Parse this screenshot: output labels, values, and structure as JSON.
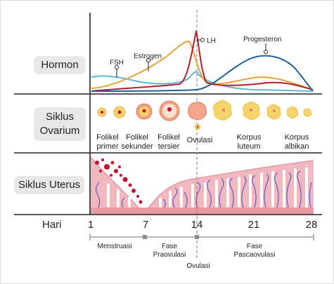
{
  "rows": {
    "hormone": "Hormon",
    "ovary_line1": "Siklus",
    "ovary_line2": "Ovarium",
    "uterus": "Siklus Uterus"
  },
  "hormones": {
    "fsh": "FSH",
    "estrogen": "Estrogen",
    "lh": "LH",
    "progesterone": "Progesteron"
  },
  "hormone_colors": {
    "fsh": "#5fb6d6",
    "estrogen": "#e3a43a",
    "lh": "#b51f2a",
    "progesterone": "#1e5f9a"
  },
  "ovary_stages": [
    {
      "line1": "Folikel",
      "line2": "primer"
    },
    {
      "line1": "Folikel",
      "line2": "sekunder"
    },
    {
      "line1": "Folikel",
      "line2": "tersier"
    },
    {
      "line1": "Ovulasi",
      "line2": ""
    },
    {
      "line1": "Korpus",
      "line2": "luteum"
    },
    {
      "line1": "Korpus",
      "line2": "albikan"
    }
  ],
  "axis": {
    "label": "Hari",
    "ticks": [
      "1",
      "7",
      "14",
      "21",
      "28"
    ]
  },
  "phases": {
    "menstruation": "Menstruasi",
    "preovulation_line1": "Fase",
    "preovulation_line2": "Praovulasi",
    "postovulation_line1": "Fase",
    "postovulation_line2": "Pascaovulasi",
    "ovulation": "Ovulasi"
  },
  "colors": {
    "endometrium": "#f2b8bf",
    "blood": "#c8102e",
    "vessel": "#5b5fc7",
    "follicle": "#f2c94c"
  }
}
